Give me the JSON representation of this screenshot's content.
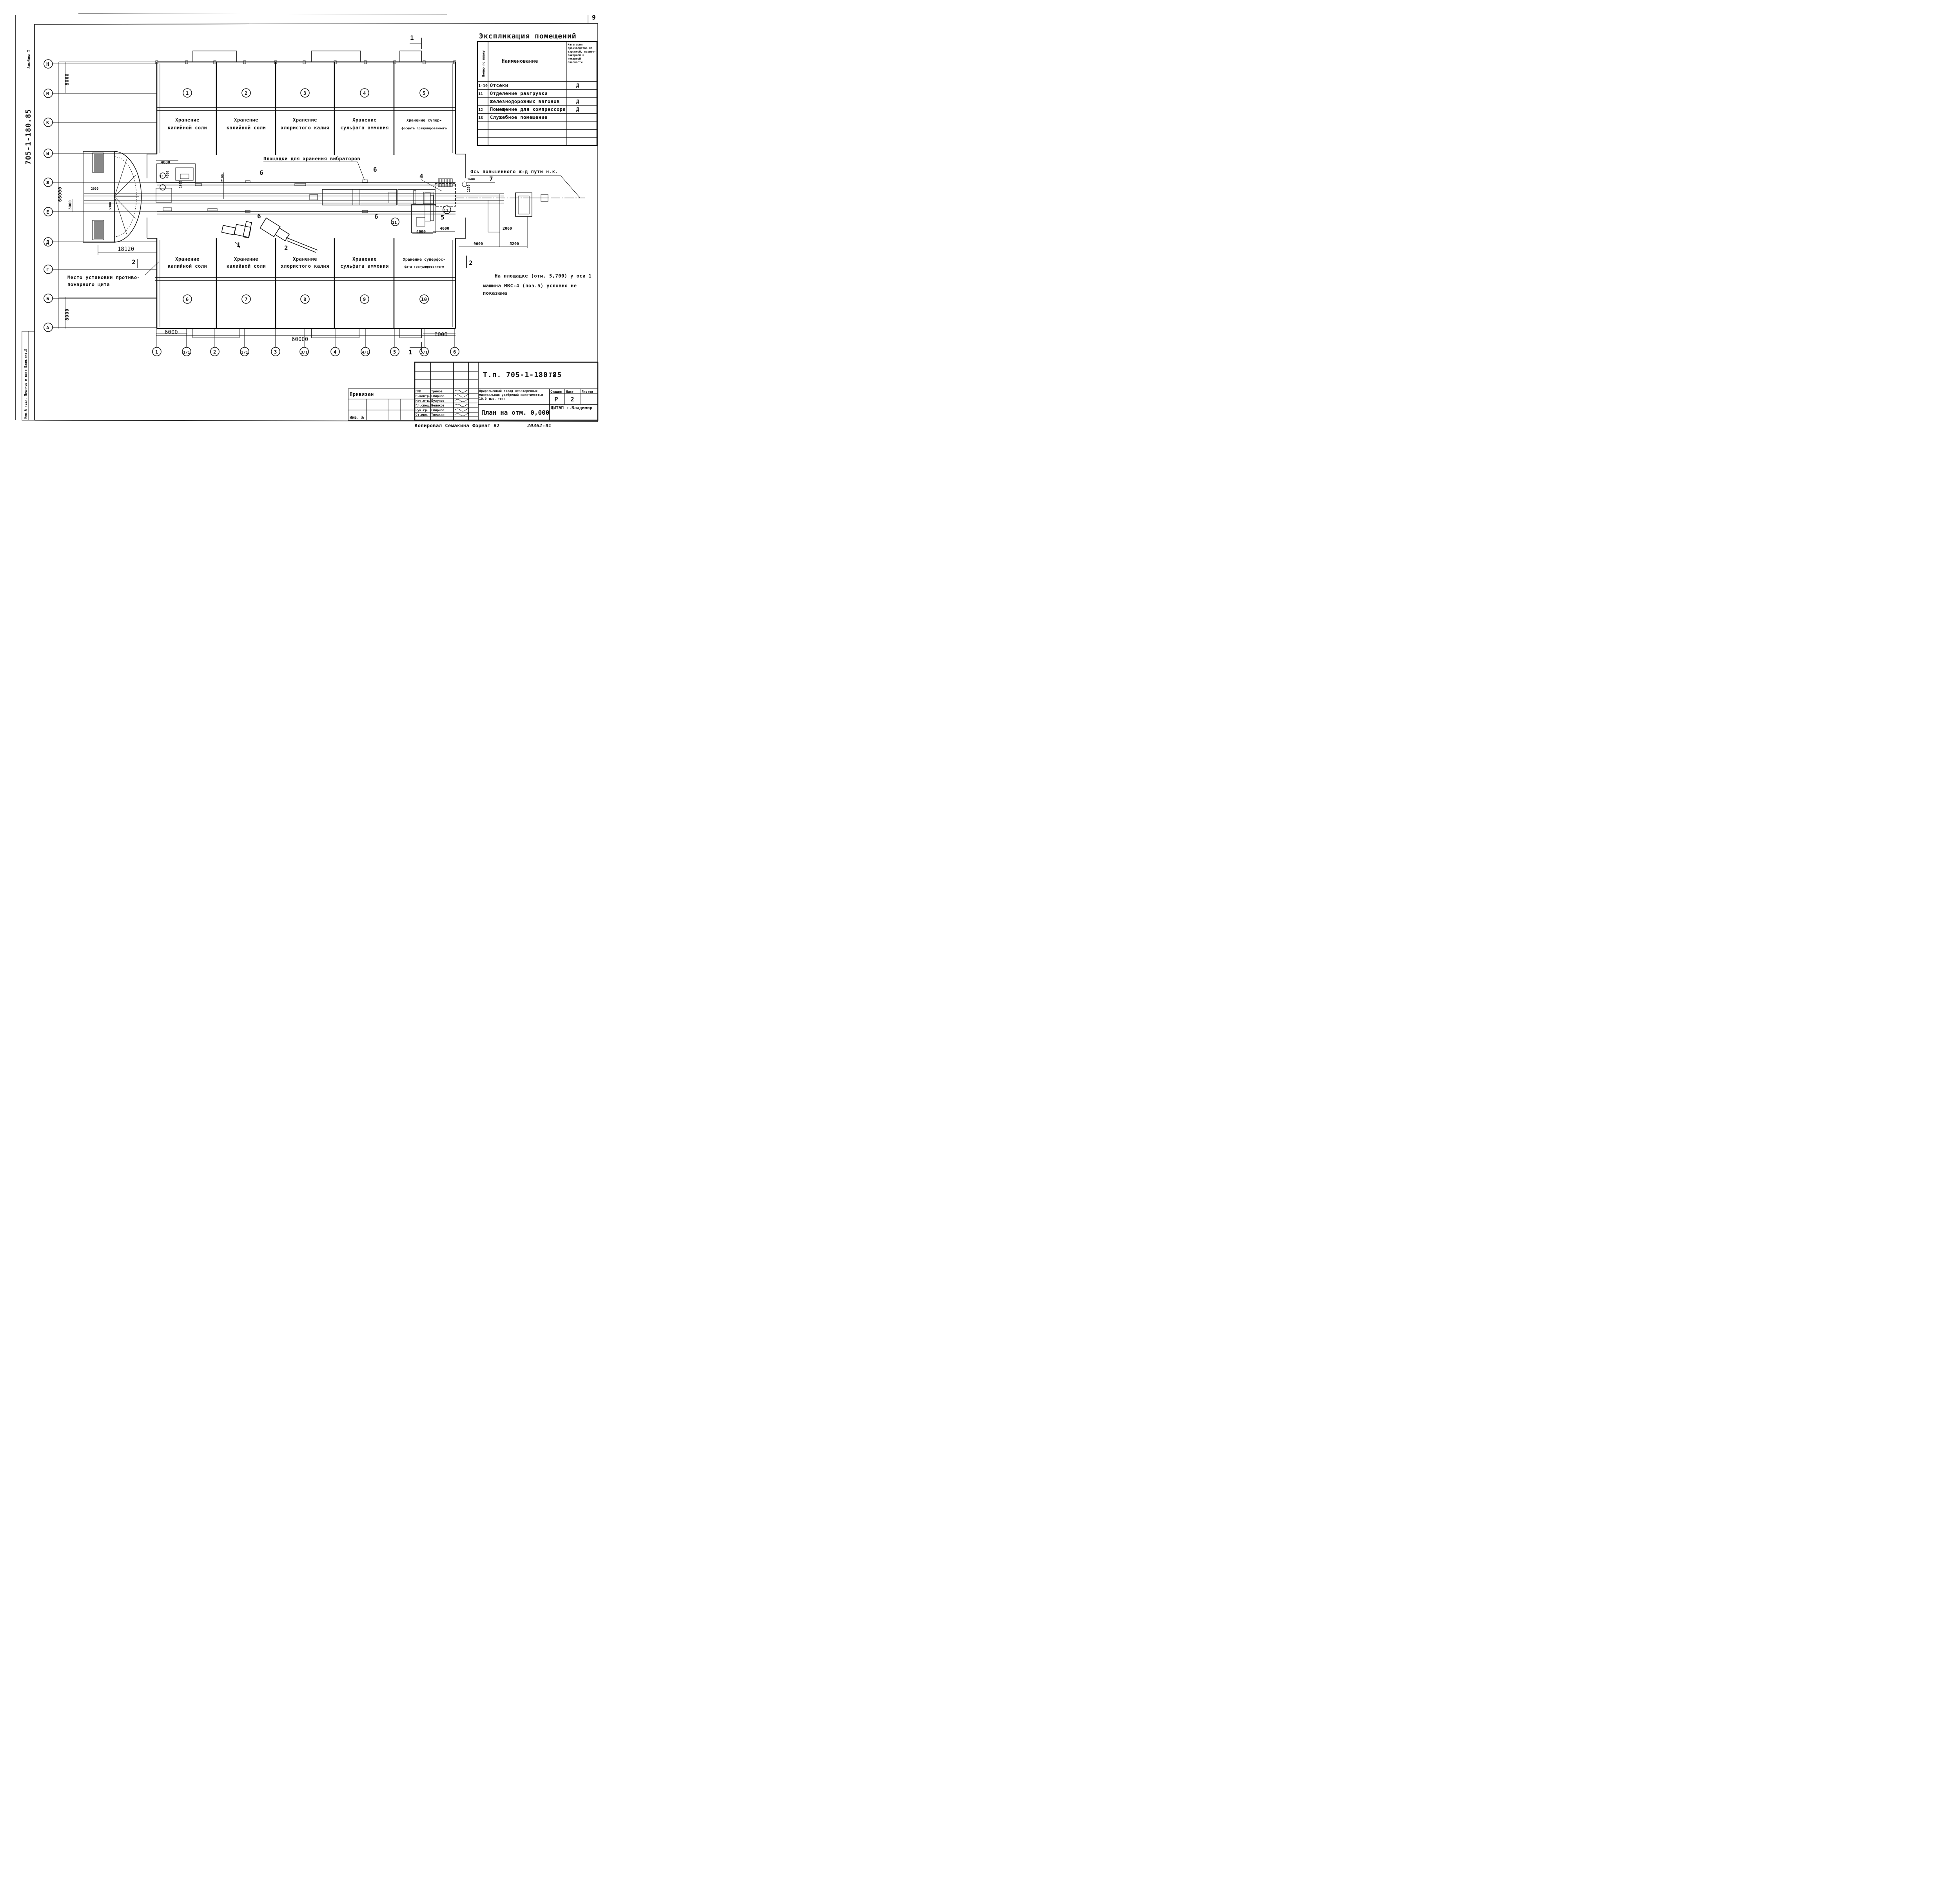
{
  "sheet_no": "9",
  "album": "Альбом I",
  "doc_code_side": "705-1-180.85",
  "explication": {
    "title": "Экспликация помещений",
    "col_no": "Номер по плану",
    "col_name": "Наименование",
    "col_cat": "Категория производства по взрывной, взрыво-пожарной и пожарной опасности",
    "rows": [
      {
        "no": "1-10",
        "name": "Отсеки",
        "cat": "Д"
      },
      {
        "no": "11",
        "name": "Отделение разгрузки",
        "cat": ""
      },
      {
        "no": "",
        "name": "железнодорожных вагонов",
        "cat": "Д"
      },
      {
        "no": "12",
        "name": "Помещение для компрессора",
        "cat": "Д"
      },
      {
        "no": "13",
        "name": "Служебное помещение",
        "cat": ""
      },
      {
        "no": "",
        "name": "",
        "cat": ""
      },
      {
        "no": "",
        "name": "",
        "cat": ""
      },
      {
        "no": "",
        "name": "",
        "cat": ""
      }
    ]
  },
  "axes_rows": [
    "Н",
    "М",
    "К",
    "И",
    "Ж",
    "Е",
    "Д",
    "Г",
    "Б",
    "А"
  ],
  "axes_cols": [
    "1",
    "1/1",
    "2",
    "2/1",
    "3",
    "3/1",
    "4",
    "4/1",
    "5",
    "5/1",
    "6"
  ],
  "rooms_top": [
    {
      "no": "1",
      "l1": "Хранение",
      "l2": "калийной соли"
    },
    {
      "no": "2",
      "l1": "Хранение",
      "l2": "калийной соли"
    },
    {
      "no": "3",
      "l1": "Хранение",
      "l2": "хлористого калия"
    },
    {
      "no": "4",
      "l1": "Хранение",
      "l2": "сульфата аммония"
    },
    {
      "no": "5",
      "l1": "Хранение супер-",
      "l2": "фосфата гранулированного"
    }
  ],
  "rooms_bottom": [
    {
      "no": "6",
      "l1": "Хранение",
      "l2": "калийной соли"
    },
    {
      "no": "7",
      "l1": "Хранение",
      "l2": "калийной соли"
    },
    {
      "no": "8",
      "l1": "Хранение",
      "l2": "хлористого калия"
    },
    {
      "no": "9",
      "l1": "Хранение",
      "l2": "сульфата аммония"
    },
    {
      "no": "10",
      "l1": "Хранение суперфос-",
      "l2": "фата гранулированного"
    }
  ],
  "dims": {
    "d8000_top": "8000",
    "d8000_bot": "8000",
    "d66000": "66000",
    "d60000": "60000",
    "d6000_l": "6000",
    "d6000_r": "6000",
    "d18120": "18120",
    "d4000_a": "4000",
    "d4000_b": "4000",
    "d4000_c": "4000",
    "d2000_a": "2000",
    "d2000_b": "2000",
    "d3000": "3000",
    "d9000": "9000",
    "d5200": "5200",
    "d1600": "1600",
    "d2100": "2100",
    "d4500": "4500",
    "d5300": "5300",
    "d1910": "1910",
    "d1200": "1200"
  },
  "labels": {
    "vibrators": "Площадки для хранения вибраторов",
    "rail_axis": "Ось повышенного ж-д пути н.к.",
    "shield_1": "Место установки противо-",
    "shield_2": "пожарного щита",
    "note_1": "На площадке (отм. 5,700) у оси 1",
    "note_2": "машина МВС-4 (поз.5) условно не",
    "note_3": "показана",
    "sec1": "1",
    "sec2": "2",
    "pos1": "1",
    "pos2": "2",
    "pos4": "4",
    "pos5": "5",
    "pos6": "6",
    "pos7": "7",
    "room11": "11",
    "room12": "12",
    "room13": "13"
  },
  "title_block": {
    "doc": "Т.п. 705-1-180.85",
    "tx": "ТХ",
    "privyazan": "Привязан",
    "inv": "Инв. №",
    "project": "Прирельсовый склад незатаренных минеральных удобрений вместимостью 10,0 тыс. тонн",
    "sheet_title": "План на отм. 0,000",
    "stage_h": "Стадия",
    "sheet_h": "Лист",
    "sheets_h": "Листов",
    "stage": "Р",
    "sheet": "2",
    "org": "ЦИТЭП г.Владимир",
    "roles": [
      "ГИП",
      "Н.контр.",
      "Нач.отд.",
      "Гл.спец.",
      "Рук.гр.",
      "Ст.инж."
    ],
    "names": [
      "Трынов",
      "Смирнов",
      "Бузунов",
      "Беляков",
      "Смирнов",
      "Трецкая"
    ],
    "copied": "Копировал Семакина",
    "format": "Формат А2",
    "code": "20362-01",
    "stamp_side": "Инв.№ подл. Подпись и дата Взам.инв.№"
  }
}
